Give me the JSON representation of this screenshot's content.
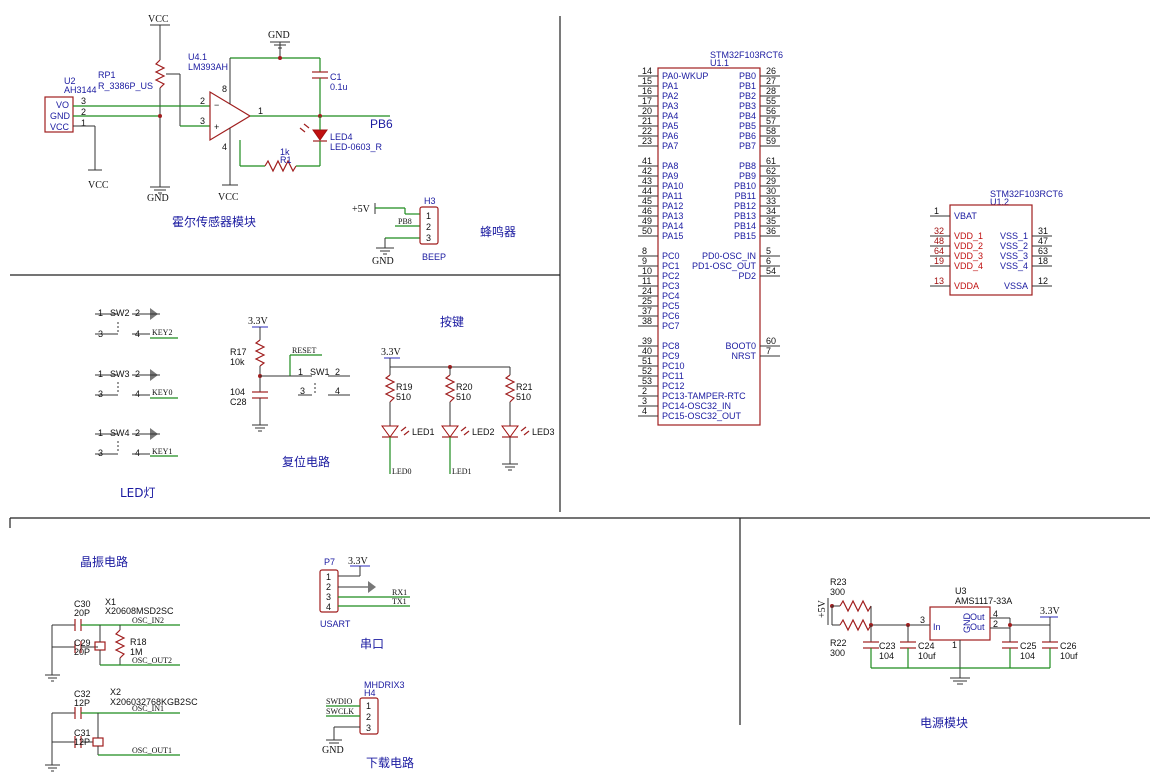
{
  "sections": {
    "hall": "霍尔传感器模块",
    "beep": "蜂鸣器",
    "led": "LED灯",
    "reset": "复位电路",
    "keys": "按键",
    "crystal": "晶振电路",
    "uart": "串口",
    "download": "下载电路",
    "power": "电源模块"
  },
  "hall": {
    "vcc_top": "VCC",
    "rp1_ref": "RP1",
    "rp1_val": "R_3386P_US",
    "u2_ref": "U2",
    "u2_val": "AH3144",
    "u2_pins": [
      "VO",
      "GND",
      "VCC"
    ],
    "u2_nums": [
      "3",
      "2",
      "1"
    ],
    "u41_ref": "U4.1",
    "u41_val": "LM393AH",
    "pin_minus": "2",
    "pin_plus": "3",
    "pin_out": "1",
    "pin_top": "8",
    "pin_bot": "4",
    "gnd_top": "GND",
    "c1_ref": "C1",
    "c1_val": "0.1u",
    "pb6": "PB6",
    "led4_ref": "LED4",
    "led4_val": "LED-0603_R",
    "r1_ref": "R1",
    "r1_val": "1k",
    "vcc_left": "VCC",
    "gnd_mid": "GND",
    "vcc_bottom": "VCC"
  },
  "beep": {
    "plus5v": "+5V",
    "pb8": "PB8",
    "h3_ref": "H3",
    "pins": [
      "1",
      "2",
      "3"
    ],
    "gnd": "GND",
    "name": "BEEP"
  },
  "leds_sw": [
    {
      "ref": "SW2",
      "key": "KEY2"
    },
    {
      "ref": "SW3",
      "key": "KEY0"
    },
    {
      "ref": "SW4",
      "key": "KEY1"
    }
  ],
  "sw_pins": [
    "1",
    "2",
    "3",
    "4"
  ],
  "reset": {
    "v33": "3.3V",
    "r17_ref": "R17",
    "r17_val": "10k",
    "net": "RESET",
    "c28_val": "104",
    "c28_ref": "C28",
    "sw1": "SW1"
  },
  "keys": {
    "v33": "3.3V",
    "resistors": [
      {
        "ref": "R19",
        "val": "510",
        "led": "LED1",
        "net": "LED0"
      },
      {
        "ref": "R20",
        "val": "510",
        "led": "LED2",
        "net": "LED1"
      },
      {
        "ref": "R21",
        "val": "510",
        "led": "LED3",
        "net": ""
      }
    ]
  },
  "mcu1": {
    "part": "STM32F103RCT6",
    "ref": "U1.1",
    "left": [
      [
        "14",
        "PA0-WKUP"
      ],
      [
        "15",
        "PA1"
      ],
      [
        "16",
        "PA2"
      ],
      [
        "17",
        "PA3"
      ],
      [
        "20",
        "PA4"
      ],
      [
        "21",
        "PA5"
      ],
      [
        "22",
        "PA6"
      ],
      [
        "23",
        "PA7"
      ],
      [
        "41",
        "PA8"
      ],
      [
        "42",
        "PA9"
      ],
      [
        "43",
        "PA10"
      ],
      [
        "44",
        "PA11"
      ],
      [
        "45",
        "PA12"
      ],
      [
        "46",
        "PA13"
      ],
      [
        "49",
        "PA14"
      ],
      [
        "50",
        "PA15"
      ],
      [
        "8",
        "PC0"
      ],
      [
        "9",
        "PC1"
      ],
      [
        "10",
        "PC2"
      ],
      [
        "11",
        "PC3"
      ],
      [
        "24",
        "PC4"
      ],
      [
        "25",
        "PC5"
      ],
      [
        "37",
        "PC6"
      ],
      [
        "38",
        "PC7"
      ],
      [
        "39",
        "PC8"
      ],
      [
        "40",
        "PC9"
      ],
      [
        "51",
        "PC10"
      ],
      [
        "52",
        "PC11"
      ],
      [
        "53",
        "PC12"
      ],
      [
        "2",
        "PC13-TAMPER-RTC"
      ],
      [
        "3",
        "PC14-OSC32_IN"
      ],
      [
        "4",
        "PC15-OSC32_OUT"
      ]
    ],
    "right": [
      [
        "26",
        "PB0"
      ],
      [
        "27",
        "PB1"
      ],
      [
        "28",
        "PB2"
      ],
      [
        "55",
        "PB3"
      ],
      [
        "56",
        "PB4"
      ],
      [
        "57",
        "PB5"
      ],
      [
        "58",
        "PB6"
      ],
      [
        "59",
        "PB7"
      ],
      [
        "61",
        "PB8"
      ],
      [
        "62",
        "PB9"
      ],
      [
        "29",
        "PB10"
      ],
      [
        "30",
        "PB11"
      ],
      [
        "33",
        "PB12"
      ],
      [
        "34",
        "PB13"
      ],
      [
        "35",
        "PB14"
      ],
      [
        "36",
        "PB15"
      ],
      [
        "5",
        "PD0-OSC_IN"
      ],
      [
        "6",
        "PD1-OSC_OUT"
      ],
      [
        "54",
        "PD2"
      ],
      [
        "60",
        "BOOT0"
      ],
      [
        "7",
        "NRST"
      ]
    ]
  },
  "mcu2": {
    "part": "STM32F103RCT6",
    "ref": "U1.2",
    "left": [
      [
        "1",
        "VBAT"
      ],
      [
        "32",
        "VDD_1"
      ],
      [
        "48",
        "VDD_2"
      ],
      [
        "64",
        "VDD_3"
      ],
      [
        "19",
        "VDD_4"
      ],
      [
        "13",
        "VDDA"
      ]
    ],
    "right": [
      [
        "31",
        "VSS_1"
      ],
      [
        "47",
        "VSS_2"
      ],
      [
        "63",
        "VSS_3"
      ],
      [
        "18",
        "VSS_4"
      ],
      [
        "12",
        "VSSA"
      ]
    ]
  },
  "crystal": {
    "c30_ref": "C30",
    "c30_val": "20P",
    "x1_ref": "X1",
    "x1_val": "X20608MSD2SC",
    "osc_in2": "OSC_IN2",
    "c29_ref": "C29",
    "c29_val": "20P",
    "r18_ref": "R18",
    "r18_val": "1M",
    "osc_out2": "OSC_OUT2",
    "c32_ref": "C32",
    "c32_val": "12P",
    "x2_ref": "X2",
    "x2_val": "X206032768KGB2SC",
    "osc_in1": "OSC_IN1",
    "c31_ref": "C31",
    "c31_val": "12P",
    "osc_out1": "OSC_OUT1"
  },
  "uart": {
    "p7": "P7",
    "v33": "3.3V",
    "rx": "RX1",
    "tx": "TX1",
    "name": "USART",
    "pins": [
      "1",
      "2",
      "3",
      "4"
    ]
  },
  "download": {
    "part": "MHDRIX3",
    "ref": "H4",
    "swdio": "SWDIO",
    "swclk": "SWCLK",
    "gnd": "GND",
    "pins": [
      "1",
      "2",
      "3"
    ]
  },
  "power": {
    "plus5v": "+5V",
    "r23_ref": "R23",
    "r23_val": "300",
    "r22_ref": "R22",
    "r22_val": "300",
    "u3_ref": "U3",
    "u3_val": "AMS1117-33A",
    "in": "In",
    "gnd": "GND",
    "out1": "Out",
    "out2": "Out",
    "pin3": "3",
    "pin4": "4",
    "pin2": "2",
    "pin1": "1",
    "v33": "3.3V",
    "caps": [
      {
        "ref": "C23",
        "val": "104"
      },
      {
        "ref": "C24",
        "val": "10uf"
      },
      {
        "ref": "C25",
        "val": "104"
      },
      {
        "ref": "C26",
        "val": "10uf"
      }
    ]
  }
}
